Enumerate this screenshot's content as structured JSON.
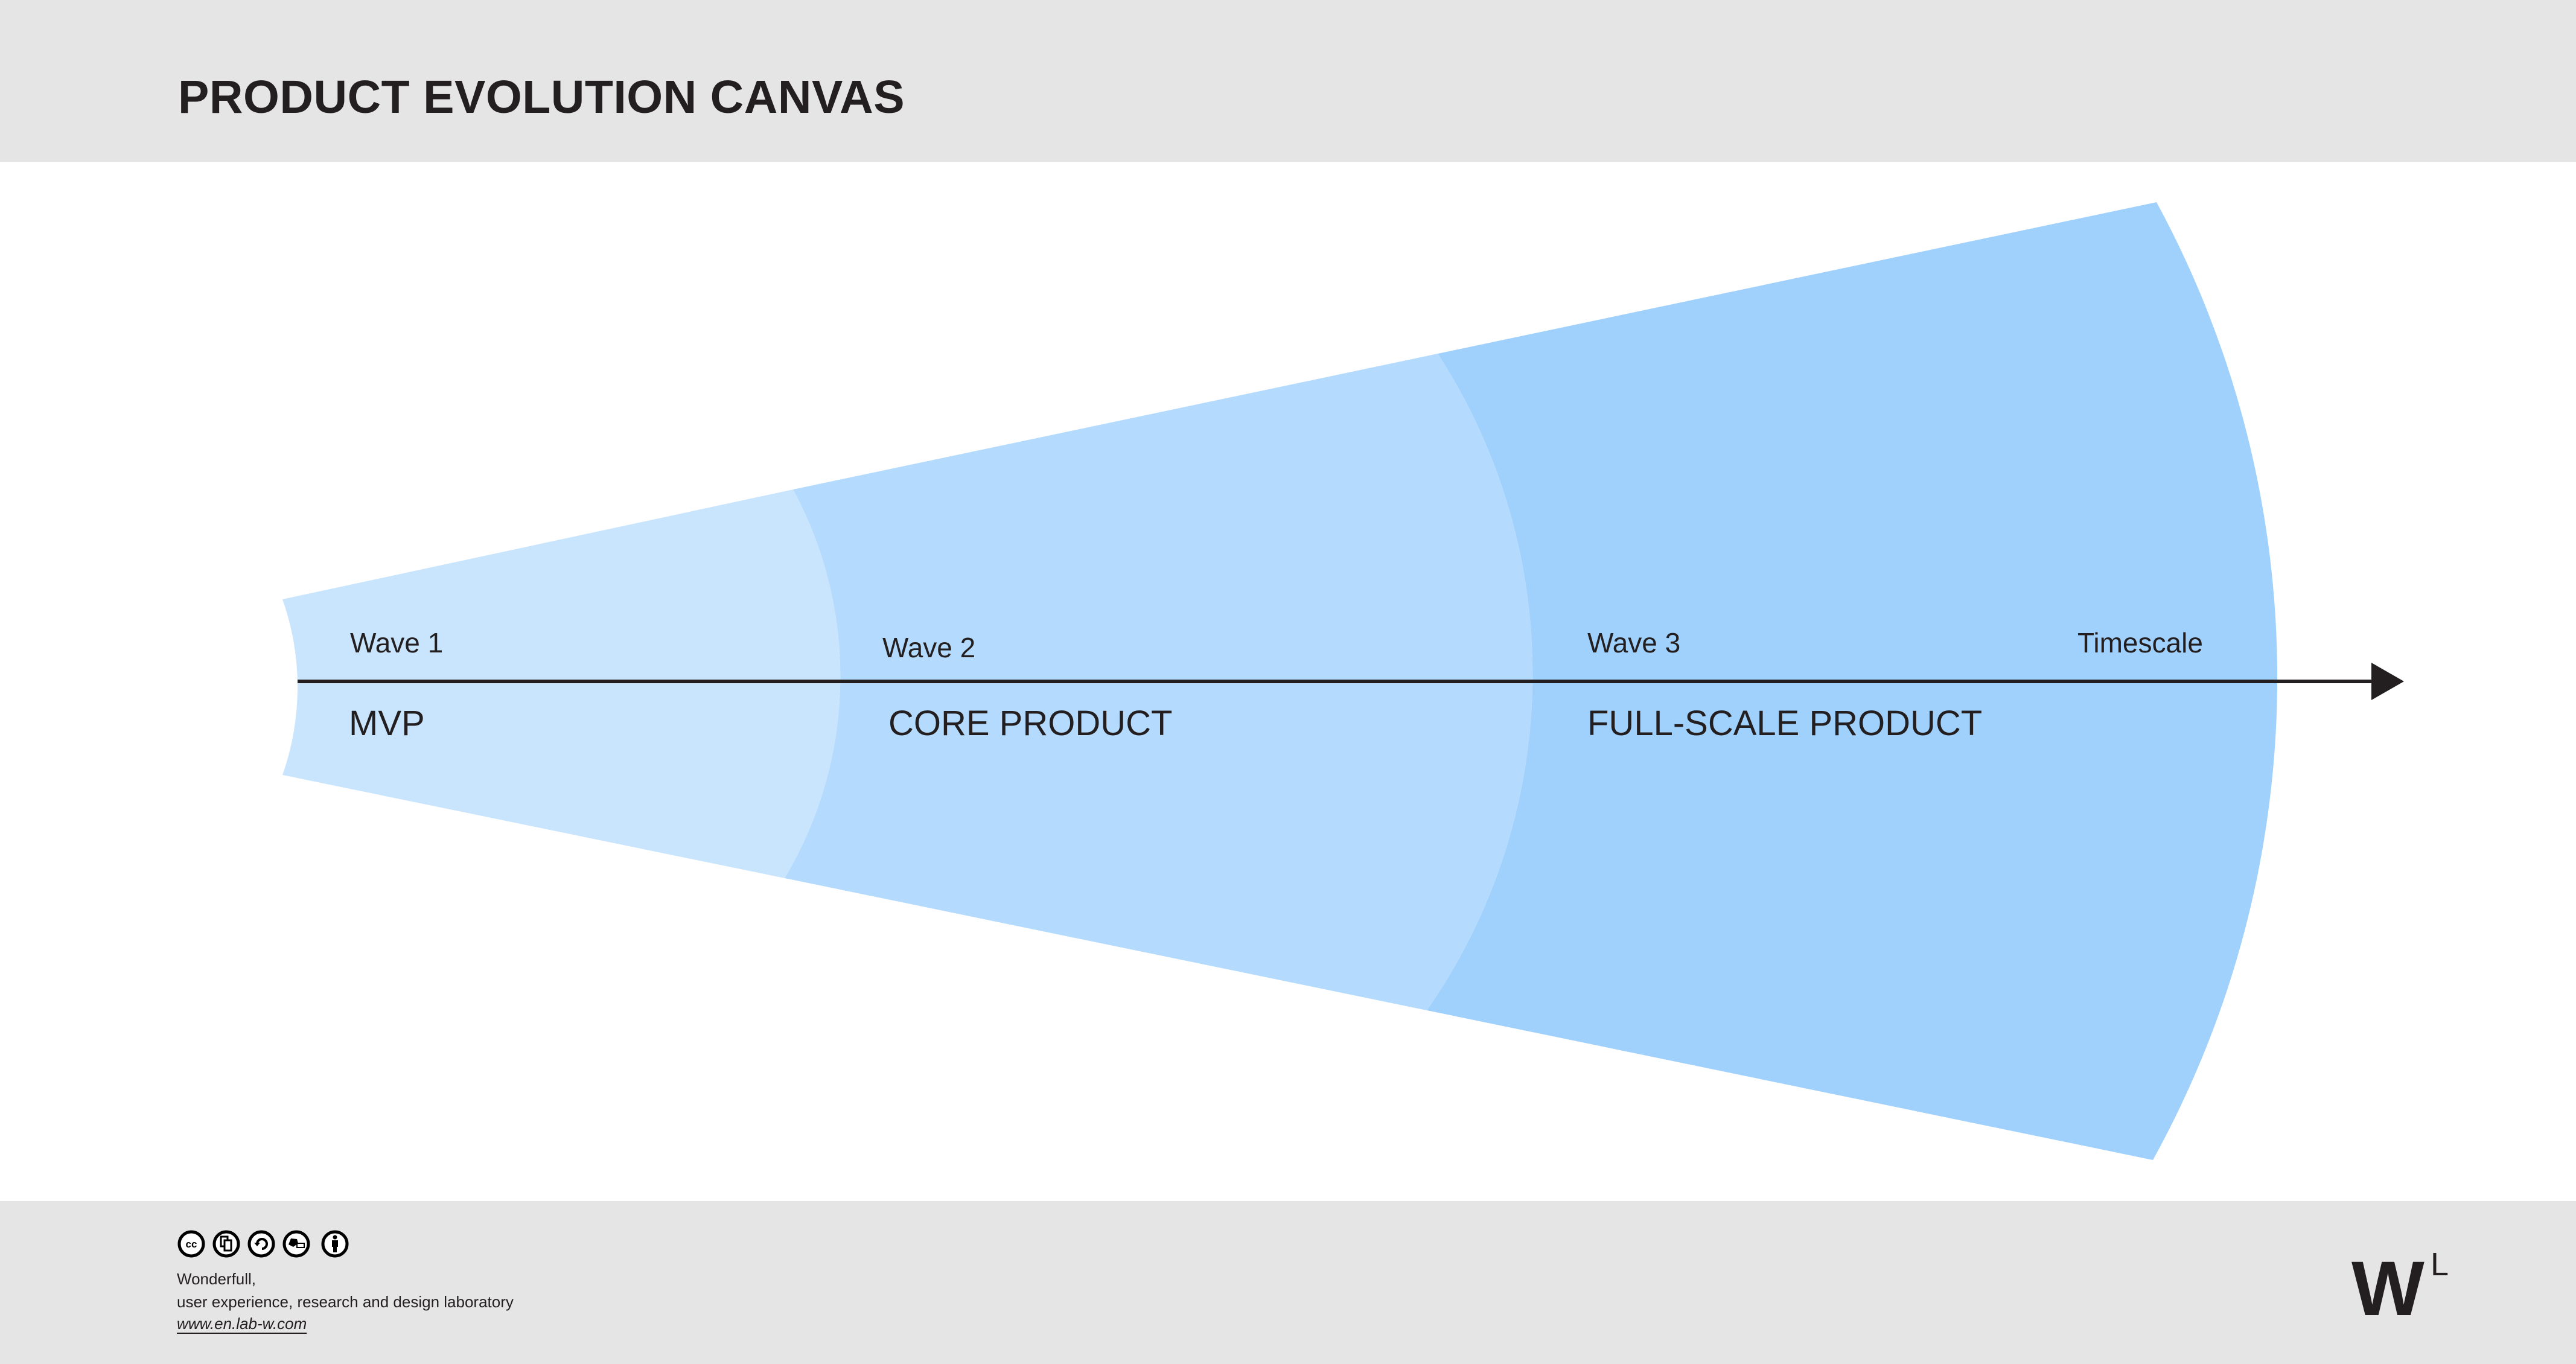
{
  "header": {
    "title": "PRODUCT EVOLUTION CANVAS"
  },
  "canvas": {
    "axis_label": "Timescale",
    "colors": {
      "wave1": "#c8e5fd",
      "wave2": "#b4dbfd",
      "wave3": "#a0d1fd",
      "axis": "#231f20"
    },
    "waves": [
      {
        "label": "Wave 1",
        "stage": "MVP"
      },
      {
        "label": "Wave 2",
        "stage": "CORE PRODUCT"
      },
      {
        "label": "Wave 3",
        "stage": "FULL-SCALE PRODUCT"
      }
    ]
  },
  "footer": {
    "license_icons": [
      "cc-icon",
      "share-icon",
      "share-alike-icon",
      "remix-icon",
      "attribution-icon"
    ],
    "org_name": "Wonderfull,",
    "org_tagline": "user experience, research and design laboratory",
    "url": "www.en.lab-w.com",
    "logo_main": "W",
    "logo_sup": "L"
  }
}
